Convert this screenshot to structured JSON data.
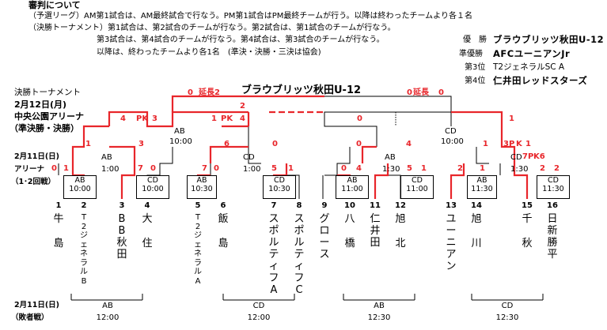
{
  "header": {
    "title": "審判について",
    "line1": "（予選リーグ）AM第1試合は、AM最終試合で行なう。PM第1試合はPM最終チームが行う。以降は終わったチームより各１名",
    "line2": "（決勝トーナメント）第1試合は、第2試合のチームが行なう。第2試合は、第1試合のチームが行なう。",
    "line3": "第3試合は、第4試合のチームが行なう。第4試合は、第3試合のチームが行なう。",
    "line4": "以降は、終わったチームより各1名　(準決・決勝・三決は協会)"
  },
  "rankings": [
    {
      "rank": "優　勝",
      "team": "ブラウブリッツ秋田U-12"
    },
    {
      "rank": "準優勝",
      "team": "AFCユーニアンJr"
    },
    {
      "rank": "第3位",
      "team": "T2ジェネラルSC A"
    },
    {
      "rank": "第4位",
      "team": "仁井田レッドスターズ"
    }
  ],
  "final_section": {
    "name": "決勝トーナメント",
    "date": "2月12日(月)",
    "venue": "中央公園アリーナ",
    "stage": "（準決勝・決勝）"
  },
  "champion_label": "ブラウブリッツ秋田U-12",
  "rounds_section": {
    "date": "2月11日(日)",
    "venue": "アリーナ",
    "stage": "（1･2回戦）"
  },
  "losers_section": {
    "date": "2月11日(日)",
    "stage": "（敗者戦）"
  },
  "final_scores": {
    "left": "0",
    "left_et": "延長2",
    "right": "0",
    "right_et": "延長",
    "right_right": "0"
  },
  "third_place": {
    "a": "2",
    "b": "1",
    "pk": "PK",
    "c": "4"
  },
  "semis": {
    "left": {
      "a": "4",
      "pk": "PK",
      "b": "3",
      "court": "AB",
      "time": "10:00"
    },
    "right": {
      "a": "0",
      "b": "1",
      "court": "CD",
      "time": "10:00"
    }
  },
  "quarters": [
    {
      "a": "1",
      "b": "3",
      "court": "AB",
      "time": "1:00"
    },
    {
      "a": "6",
      "b": "0",
      "court": "CD",
      "time": "1:00"
    },
    {
      "a": "0",
      "b": "4",
      "court": "AB",
      "time": "1:30"
    },
    {
      "a": "1",
      "b": "3P",
      "pk": "K",
      "c": "1",
      "court": "CD",
      "time": "1:30"
    }
  ],
  "r1": [
    {
      "a": "0",
      "b": "1",
      "court": "AB",
      "time": "10:00"
    },
    {
      "a": "7",
      "b": "0",
      "court": "CD",
      "time": "10:00"
    },
    {
      "a": "7",
      "b": "0",
      "court": "AB",
      "time": "10:30"
    },
    {
      "a": "5",
      "b": "1",
      "court": "CD",
      "time": "10:30"
    },
    {
      "a": "0",
      "b": "4",
      "court": "AB",
      "time": "11:00"
    },
    {
      "a": "5",
      "b": "1",
      "court": "CD",
      "time": "11:00"
    },
    {
      "a": "2",
      "b": "1",
      "court": "AB",
      "time": "11:30"
    },
    {
      "a": "7P",
      "pk": "K6",
      "c": "2",
      "d": "2",
      "court": "CD",
      "time": "11:30"
    }
  ],
  "teams": [
    {
      "no": "1",
      "name": "牛島"
    },
    {
      "no": "2",
      "name": "T2ジェネラルB"
    },
    {
      "no": "3",
      "name": "BB秋田"
    },
    {
      "no": "4",
      "name": "大住"
    },
    {
      "no": "5",
      "name": "T2ジェネラルA"
    },
    {
      "no": "6",
      "name": "飯島"
    },
    {
      "no": "7",
      "name": "スポルティフA"
    },
    {
      "no": "8",
      "name": "スポルティフC"
    },
    {
      "no": "9",
      "name": "グロース"
    },
    {
      "no": "10",
      "name": "八橋"
    },
    {
      "no": "11",
      "name": "仁井田"
    },
    {
      "no": "12",
      "name": "旭北"
    },
    {
      "no": "13",
      "name": "ユーニアン"
    },
    {
      "no": "14",
      "name": "旭川"
    },
    {
      "no": "15",
      "name": "千秋"
    },
    {
      "no": "16",
      "name": "日新勝平"
    }
  ],
  "losers_matches": [
    {
      "court": "AB",
      "time": "12:00"
    },
    {
      "court": "CD",
      "time": "12:00"
    },
    {
      "court": "AB",
      "time": "12:30"
    },
    {
      "court": "CD",
      "time": "12:30"
    }
  ],
  "colors": {
    "win_line": "#e8262b",
    "line": "#000000"
  }
}
